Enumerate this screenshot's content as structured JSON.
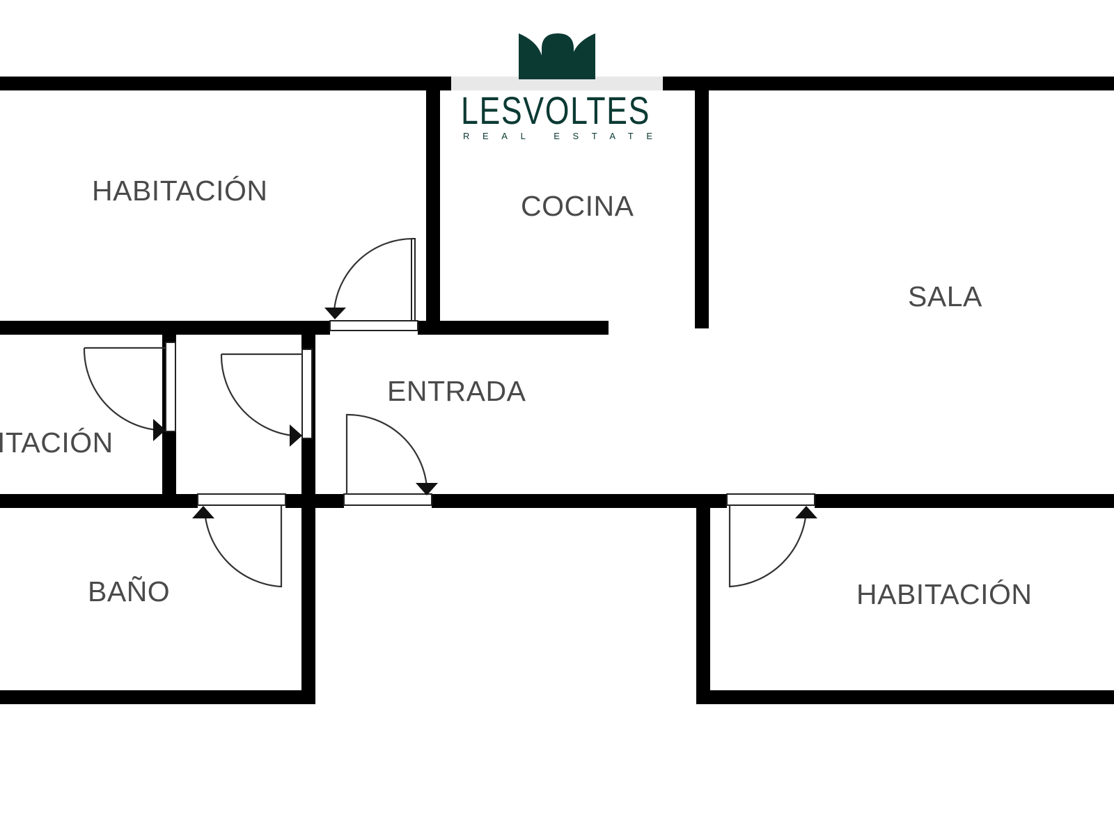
{
  "rooms": {
    "habitacion_top_left": "HABITACIÓN",
    "cocina": "COCINA",
    "sala": "SALA",
    "entrada": "ENTRADA",
    "habitacion_left_cut": "ITACIÓN",
    "bano": "BAÑO",
    "habitacion_bottom_right": "HABITACIÓN"
  },
  "logo": {
    "brand": "LESVOLTES",
    "tagline": "REAL ESTATE",
    "icon": "three-arches-icon"
  },
  "colors": {
    "wall": "#000000",
    "label": "#4a4a4a",
    "brand": "#0b3a33"
  }
}
